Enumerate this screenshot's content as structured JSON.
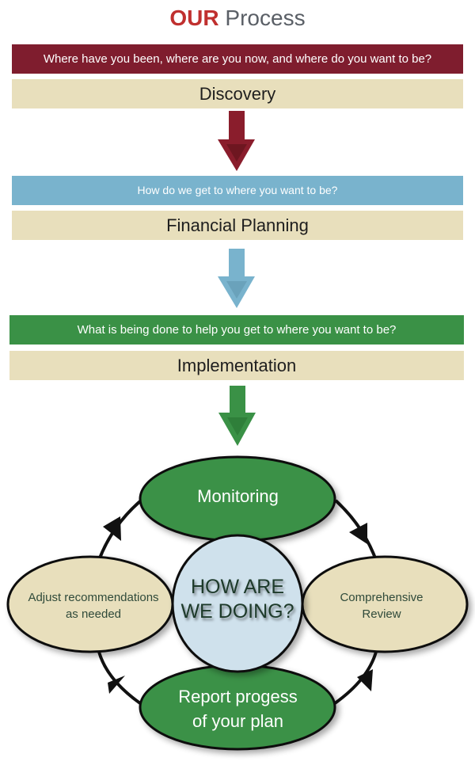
{
  "title": {
    "emphasis": "OUR",
    "rest": " Process"
  },
  "steps": [
    {
      "question": "Where have you been, where are you now, and where do you want to be?",
      "stage": "Discovery",
      "color": "#7f1d2e"
    },
    {
      "question": "How do we get to where you want to be?",
      "stage": "Financial Planning",
      "color": "#79b3cd"
    },
    {
      "question": "What is being done to help you get to where you want to be?",
      "stage": "Implementation",
      "color": "#3a9146"
    }
  ],
  "cycle": {
    "center": [
      "HOW ARE",
      "WE DOING?"
    ],
    "top": "Monitoring",
    "right": [
      "Comprehensive",
      "Review"
    ],
    "bottom": [
      "Report progess",
      "of your plan"
    ],
    "left": [
      "Adjust recommendations",
      "as needed"
    ]
  },
  "colors": {
    "green": "#3a9146",
    "tan": "#e8dfbc",
    "light_blue": "#cfe1ec",
    "maroon": "#7f1d2e",
    "blue": "#79b3cd"
  }
}
